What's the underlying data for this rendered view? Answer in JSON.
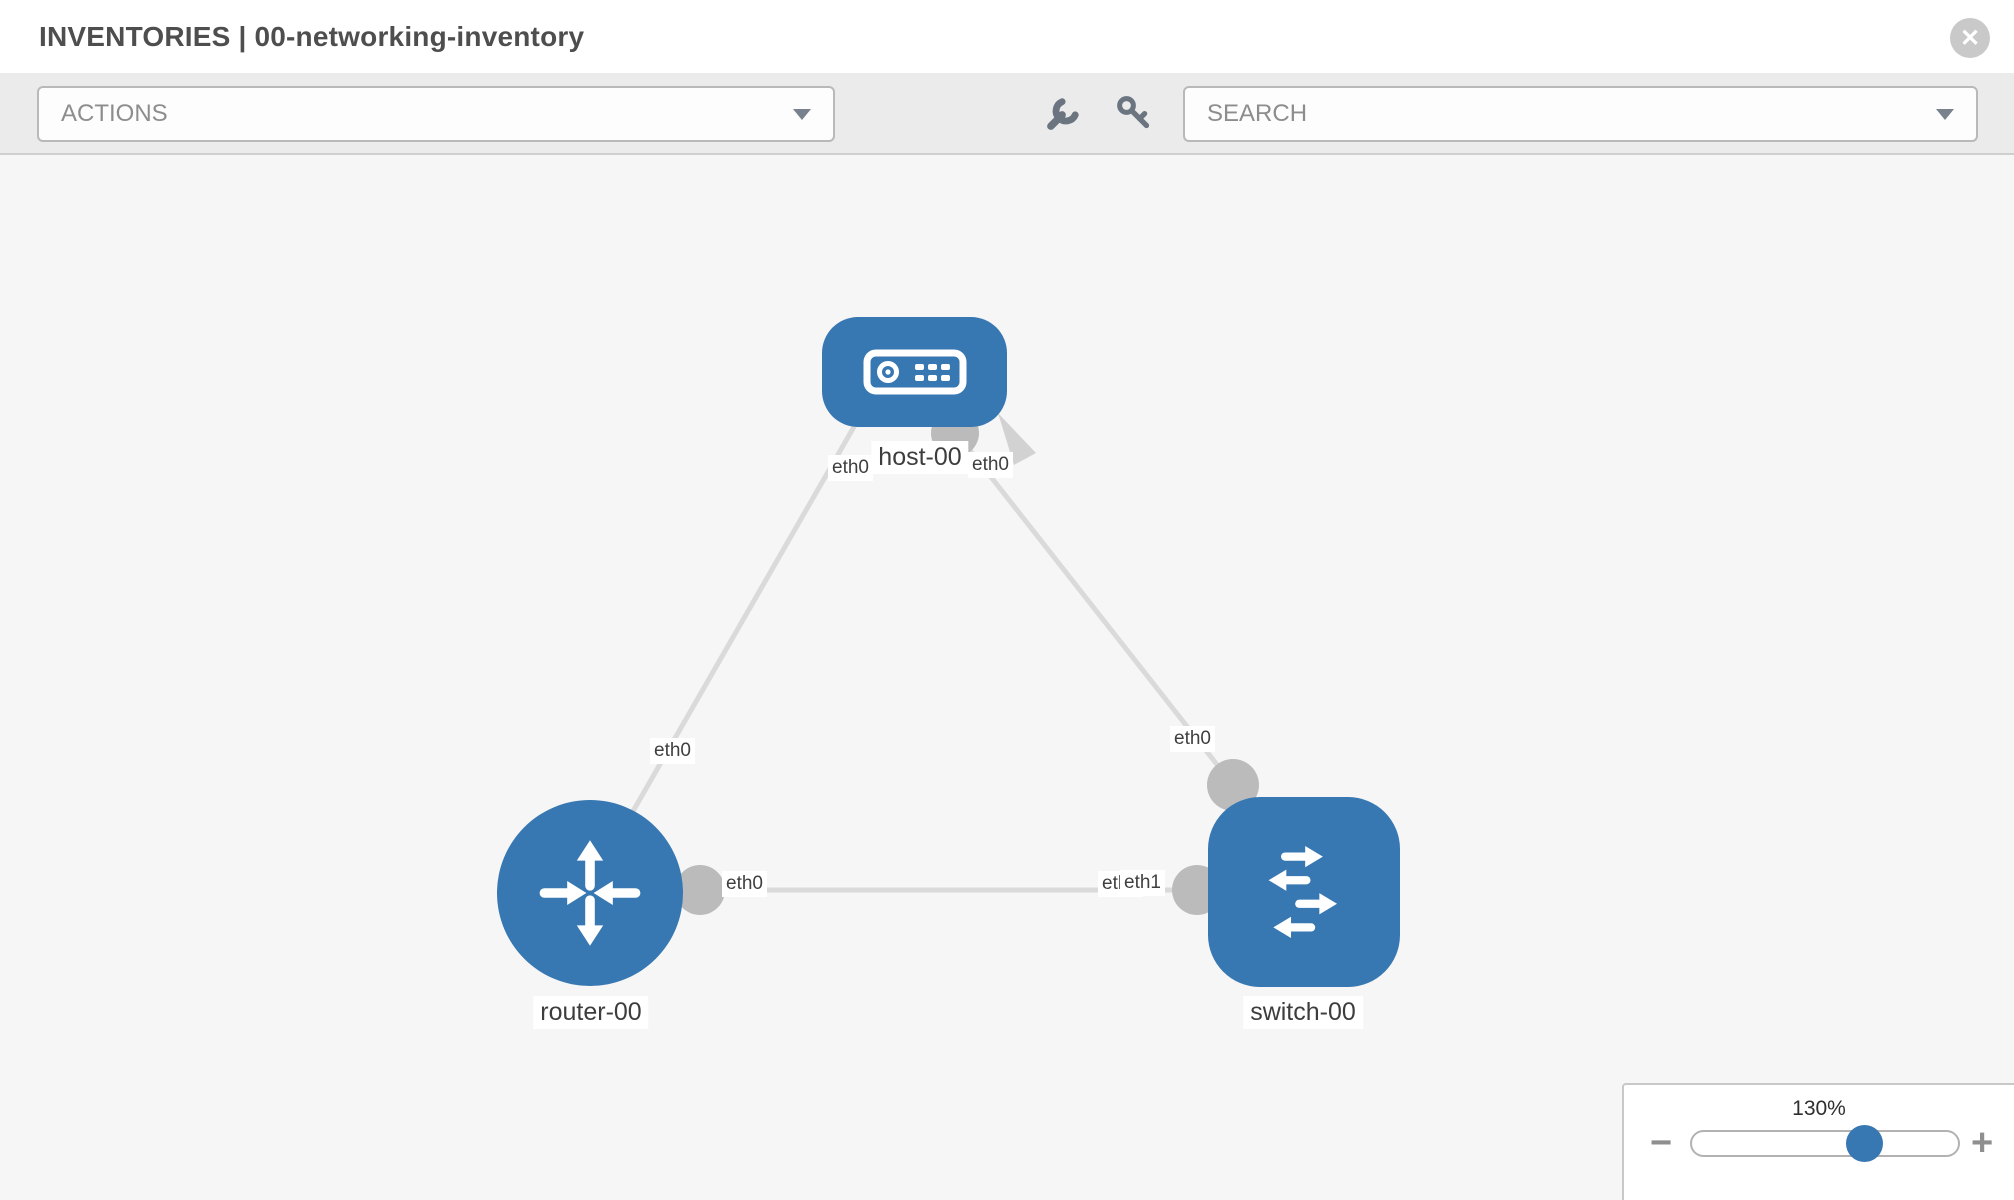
{
  "header": {
    "title": "INVENTORIES | 00-networking-inventory",
    "close_label": "✕"
  },
  "toolbar": {
    "actions_label": "ACTIONS",
    "search_placeholder": "SEARCH",
    "icons": [
      "wrench-icon",
      "key-icon"
    ]
  },
  "topology": {
    "nodes": [
      {
        "id": "host-00",
        "type": "host",
        "label": "host-00"
      },
      {
        "id": "router-00",
        "type": "router",
        "label": "router-00"
      },
      {
        "id": "switch-00",
        "type": "switch",
        "label": "switch-00"
      }
    ],
    "links": [
      {
        "from": "host-00",
        "to": "router-00",
        "from_if": "eth0",
        "to_if": "eth0"
      },
      {
        "from": "host-00",
        "to": "switch-00",
        "from_if": "eth0",
        "to_if": "eth0"
      },
      {
        "from": "router-00",
        "to": "switch-00",
        "from_if": "eth0",
        "to_if": "eth1",
        "to_if_overlap": "eth0"
      }
    ]
  },
  "zoom_control": {
    "level": "130%",
    "minus_label": "−",
    "plus_label": "+"
  },
  "colors": {
    "node_blue": "#3777b2",
    "link_gray": "#dadada",
    "interface_gray": "#bbbbbb",
    "toolbar_gray": "#ebebeb",
    "canvas_gray": "#f6f6f6"
  }
}
